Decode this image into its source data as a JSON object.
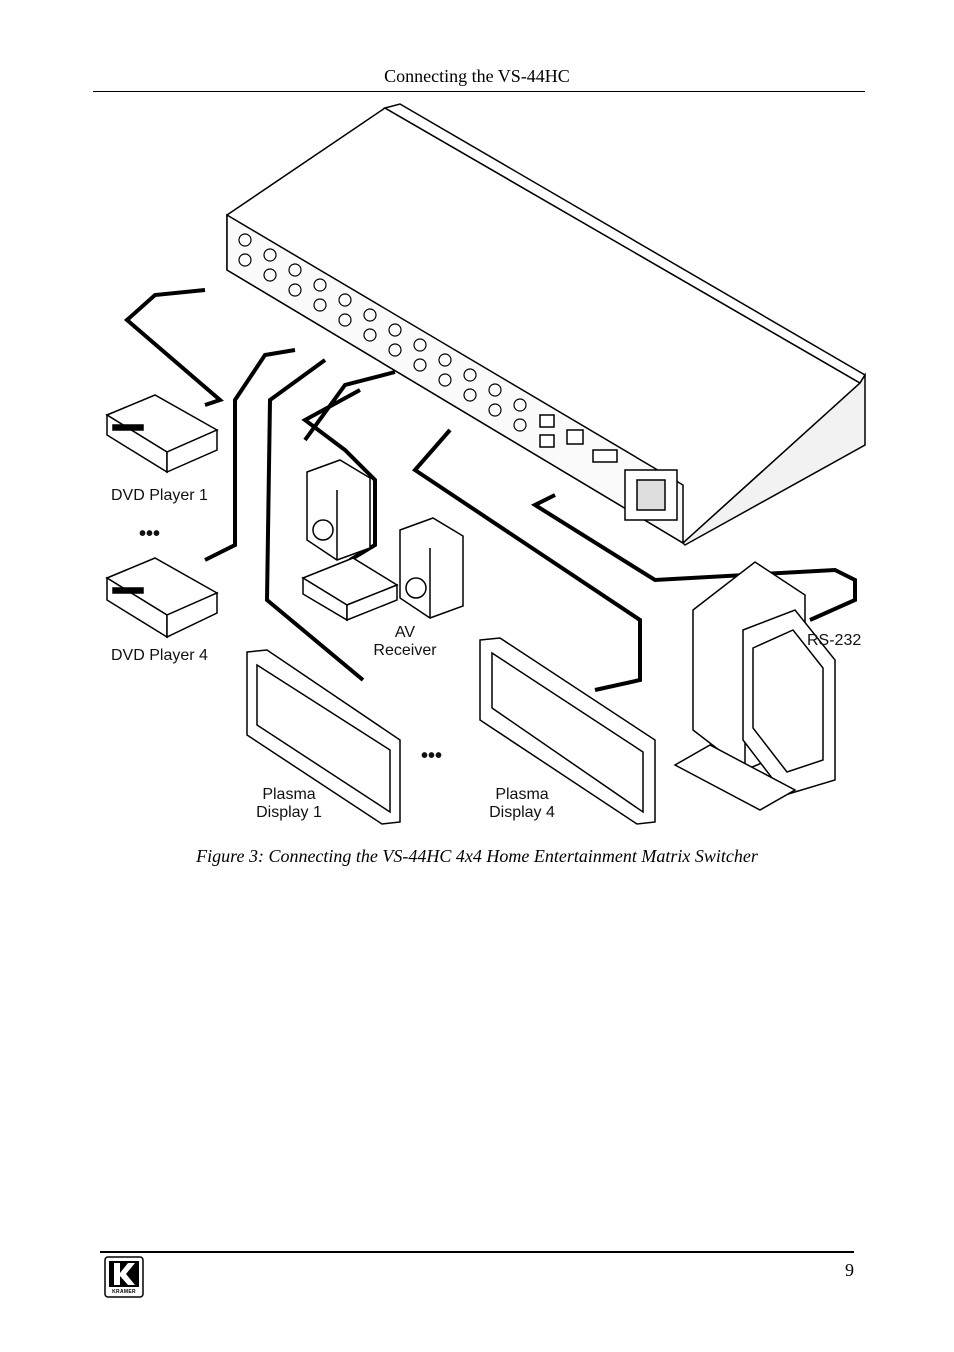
{
  "header": {
    "title": "Connecting the VS-44HC"
  },
  "figure": {
    "labels": {
      "dvd1": "DVD Player 1",
      "dvd4": "DVD Player 4",
      "av_line1": "AV",
      "av_line2": "Receiver",
      "plasma1_line1": "Plasma",
      "plasma1_line2": "Display 1",
      "plasma4_line1": "Plasma",
      "plasma4_line2": "Display 4",
      "rs232": "RS-232",
      "ellipsis": "•••"
    }
  },
  "caption": "Figure 3: Connecting the VS-44HC 4x4 Home Entertainment Matrix Switcher",
  "footer": {
    "page_number": "9",
    "logo_letter": "K",
    "logo_word": "KRAMER"
  }
}
